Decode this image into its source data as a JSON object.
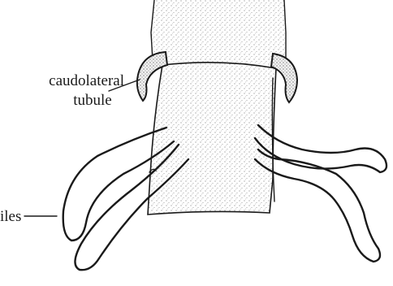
{
  "labels": {
    "caudolateral_line1": "caudolateral",
    "caudolateral_line2": "tubule",
    "left_partial": "iles"
  }
}
